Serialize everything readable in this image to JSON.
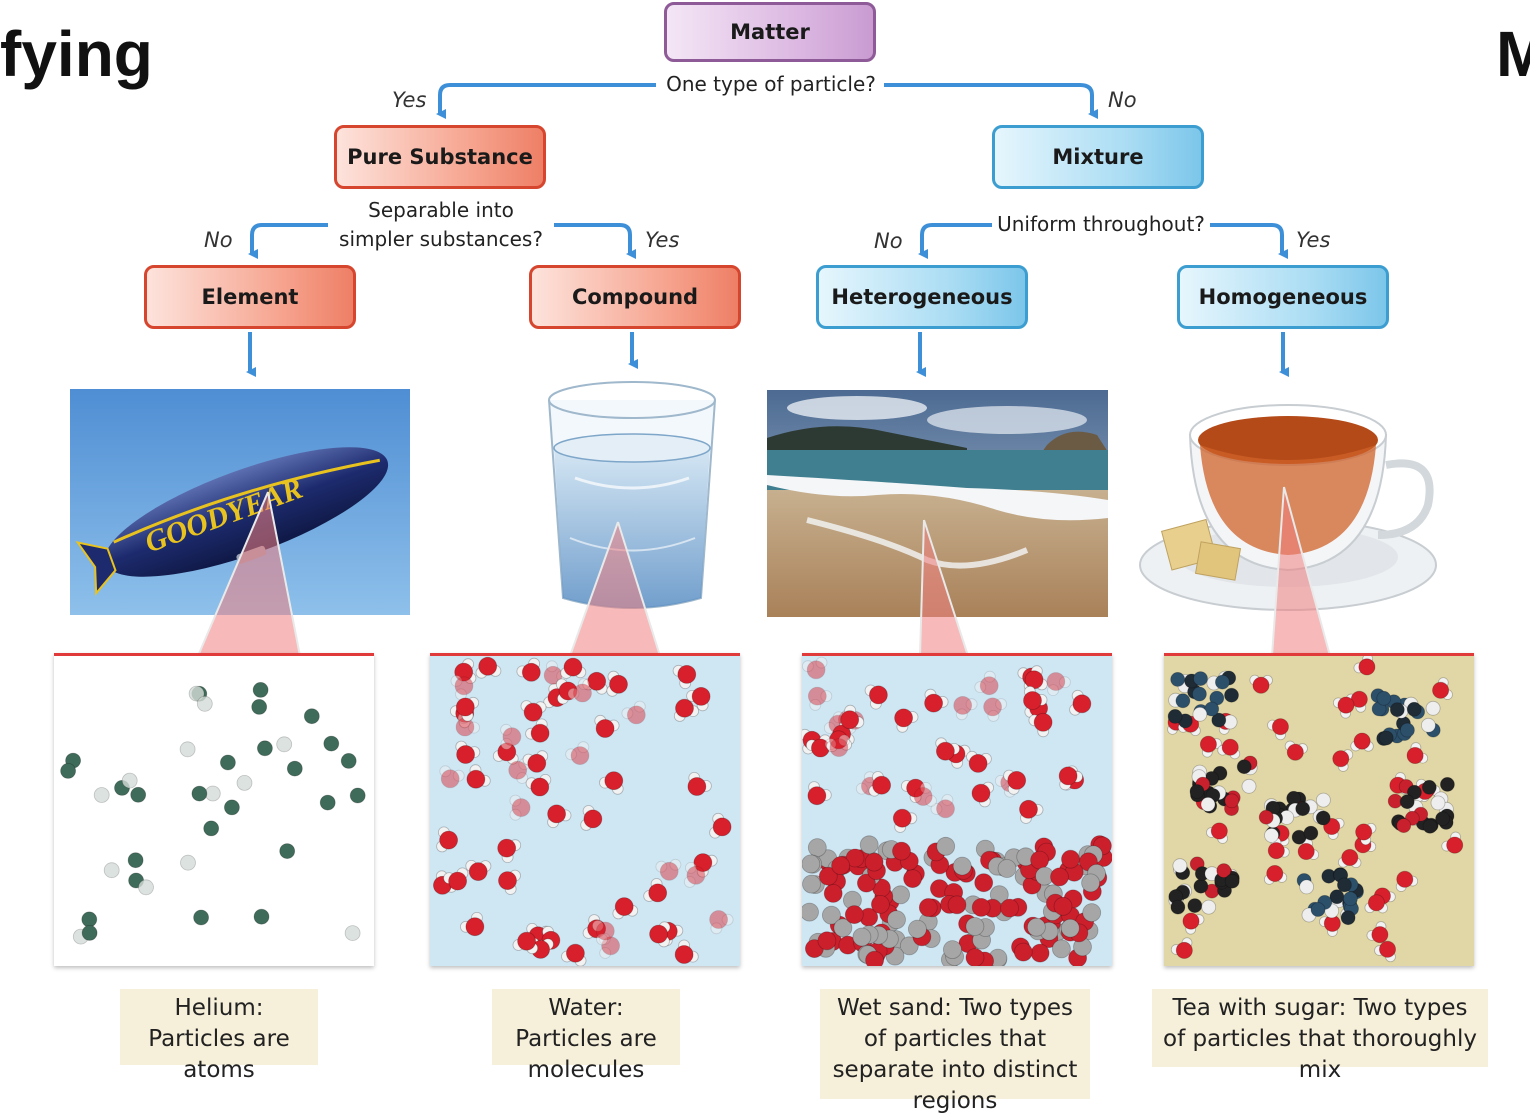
{
  "page": {
    "left_title": "fying",
    "right_title": "M"
  },
  "tree": {
    "root": "Matter",
    "root_question": "One type of particle?",
    "root_yes": "Yes",
    "root_no": "No",
    "pure": "Pure Substance",
    "pure_question": "Separable into simpler substances?",
    "pure_no": "No",
    "pure_yes": "Yes",
    "mixture": "Mixture",
    "mixture_question": "Uniform throughout?",
    "mixture_no": "No",
    "mixture_yes": "Yes",
    "element": "Element",
    "compound": "Compound",
    "heterogeneous": "Heterogeneous",
    "homogeneous": "Homogeneous"
  },
  "photos": {
    "blimp_lettering": "GOODYEAR"
  },
  "captions": {
    "helium": "Helium: Particles are atoms",
    "water": "Water: Particles are molecules",
    "sand": "Wet sand: Two types of particles that separate into distinct regions",
    "tea": "Tea with sugar: Two types of particles that thoroughly mix"
  },
  "colors": {
    "arrow": "#3d8fd8",
    "pure_branch": "#ee7f66",
    "mixture_branch": "#7cc6ea",
    "root_box": "#d9b3df",
    "zoom_wedge": "#f08080",
    "panel_border": "#e03a3a",
    "caption_bg": "#f6efd9"
  }
}
